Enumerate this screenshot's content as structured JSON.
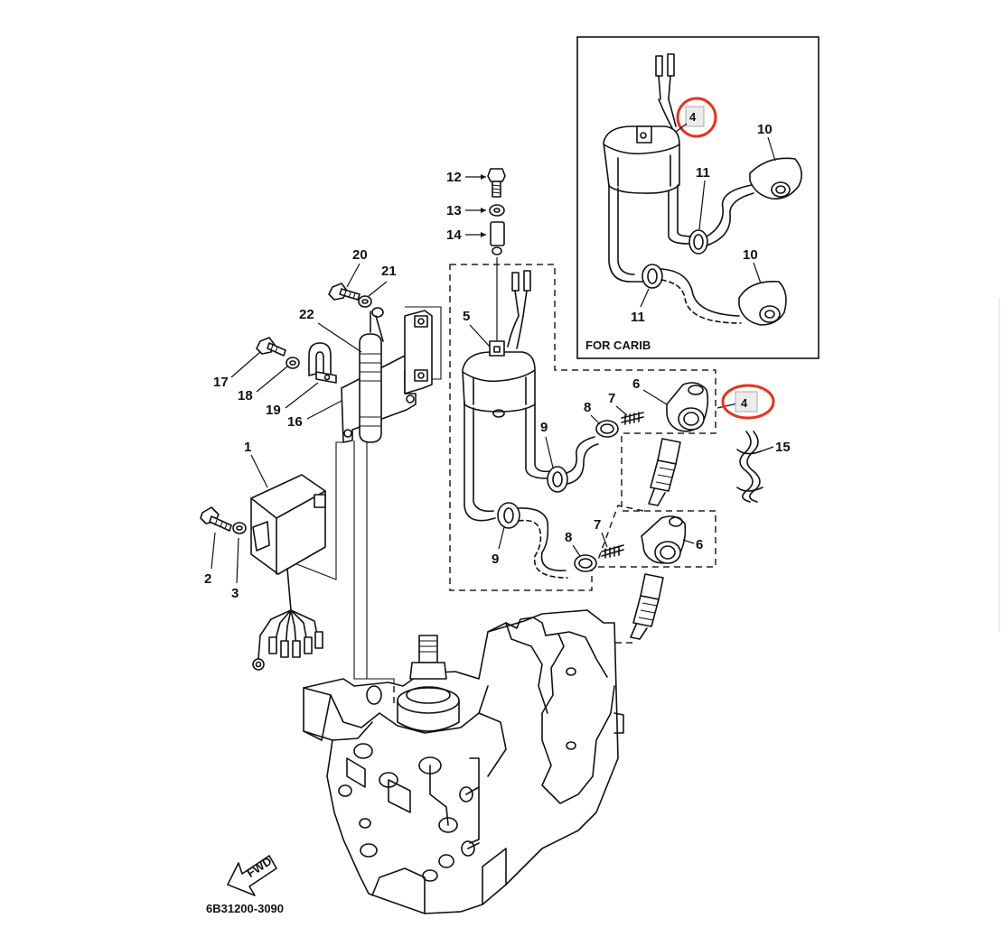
{
  "diagram": {
    "inset_caption": "FOR CARIB",
    "drawing_code": "6B31200-3090",
    "fwd_label": "FWD",
    "callouts": {
      "c1": "1",
      "c2": "2",
      "c3": "3",
      "c4_inset": "4",
      "c4_main": "4",
      "c5": "5",
      "c6_top": "6",
      "c6_bottom": "6",
      "c7_top": "7",
      "c7_bottom": "7",
      "c8_top": "8",
      "c8_bottom": "8",
      "c9_top": "9",
      "c9_bottom": "9",
      "c10_top": "10",
      "c10_bottom": "10",
      "c11_top": "11",
      "c11_bottom": "11",
      "c12": "12",
      "c13": "13",
      "c14": "14",
      "c15": "15",
      "c16": "16",
      "c17": "17",
      "c18": "18",
      "c19": "19",
      "c20": "20",
      "c21": "21",
      "c22": "22"
    },
    "colors": {
      "highlight": "#e8321c",
      "ink": "#111111",
      "badge": "#ececec"
    }
  }
}
